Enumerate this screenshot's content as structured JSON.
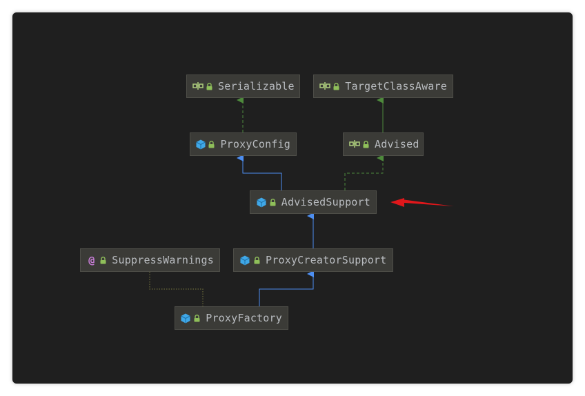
{
  "nodes": {
    "serializable": {
      "label": "Serializable",
      "kind": "interface"
    },
    "targetclassaware": {
      "label": "TargetClassAware",
      "kind": "interface"
    },
    "proxyconfig": {
      "label": "ProxyConfig",
      "kind": "class"
    },
    "advised": {
      "label": "Advised",
      "kind": "interface"
    },
    "advisedsupport": {
      "label": "AdvisedSupport",
      "kind": "class"
    },
    "suppresswarnings": {
      "label": "SuppressWarnings",
      "kind": "annotation"
    },
    "proxycreatorsupport": {
      "label": "ProxyCreatorSupport",
      "kind": "class"
    },
    "proxyfactory": {
      "label": "ProxyFactory",
      "kind": "class"
    }
  },
  "icons": {
    "class": "class-icon",
    "interface": "interface-icon",
    "annotation": "annotation-icon",
    "access": "lock-icon"
  },
  "colors": {
    "background": "#1f1f1f",
    "node_fill": "#3b3b37",
    "node_text": "#b9bcc0",
    "extends_edge": "#4d8ef0",
    "implements_edge": "#4e8a3c",
    "annotation_edge": "#6b6a3a",
    "highlight_arrow": "#e0171b"
  }
}
